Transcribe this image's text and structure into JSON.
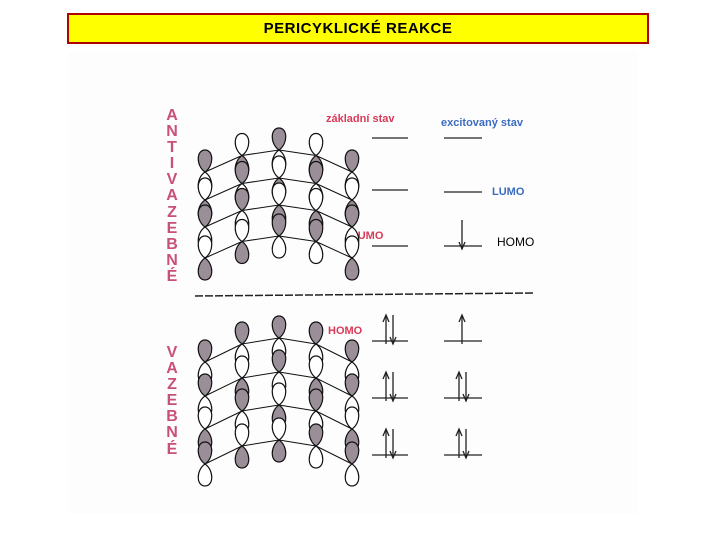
{
  "header": {
    "title": "PERICYKLICKÉ  REAKCE"
  },
  "side_labels": {
    "antibonding": "A\nN\nT\nI\nV\nA\nZ\nE\nB\nN\nÉ",
    "bonding": "V\nA\nZ\nE\nB\nN\nÉ"
  },
  "columns": {
    "ground_state": "základní stav",
    "excited_state": "excitovaný stav"
  },
  "levels": {
    "lumo_ground": "LUMO",
    "homo_ground": "HOMO",
    "lumo_excited": "LUMO",
    "homo_excited": "HOMO"
  },
  "colors": {
    "title_bg": "#ffff00",
    "title_border": "#b00000",
    "label_pink": "#c8507a",
    "label_red": "#d83a57",
    "label_blue": "#3a6cc0",
    "lobe_fill": "#9a8f98"
  }
}
